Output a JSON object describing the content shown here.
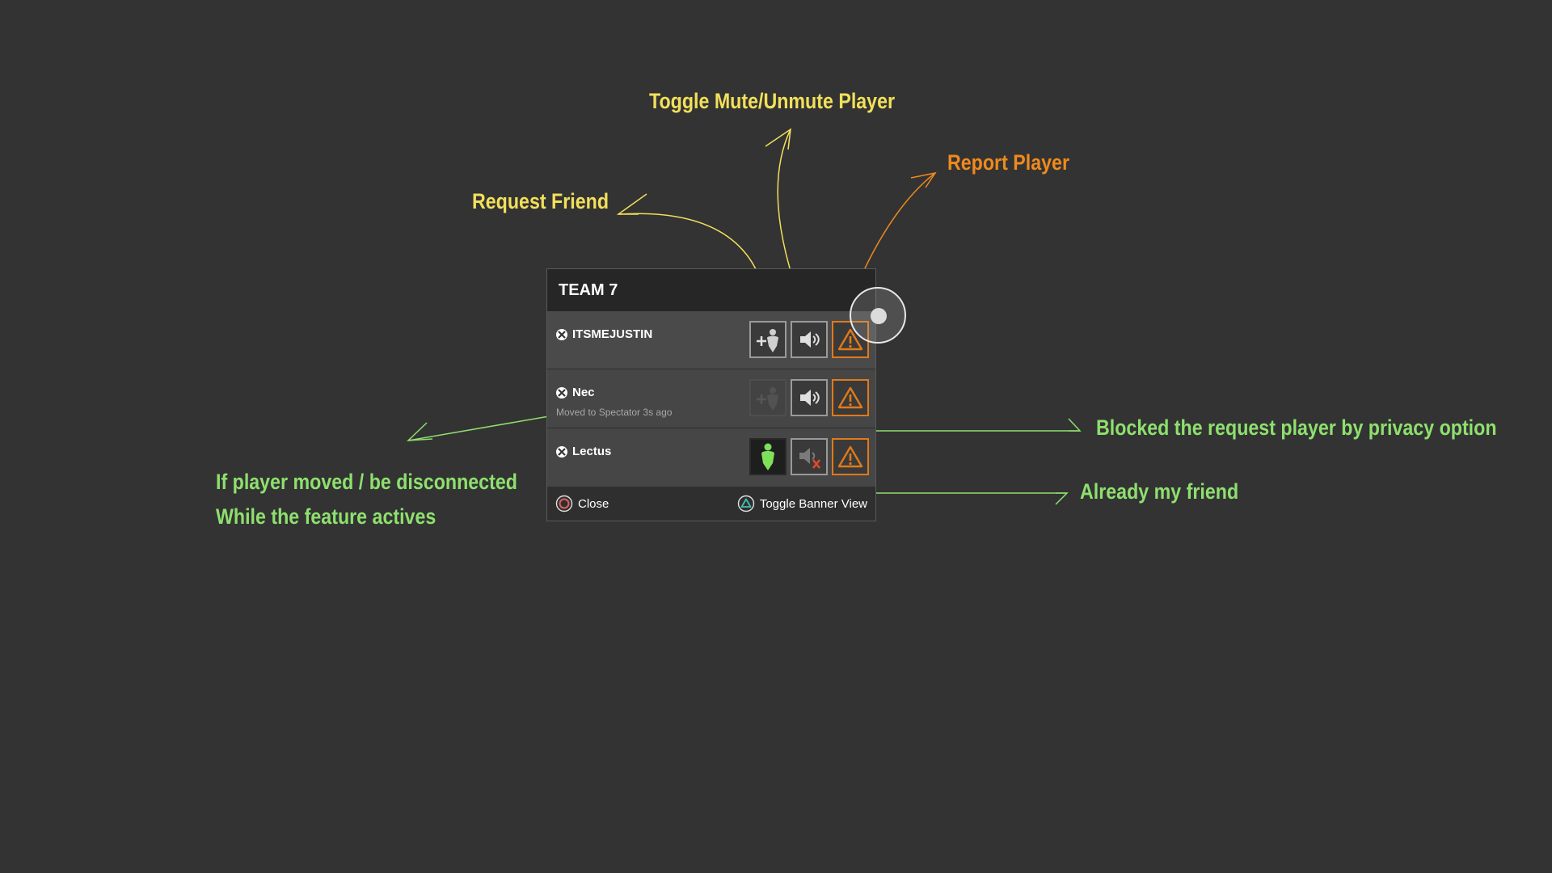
{
  "panel": {
    "title": "TEAM 7",
    "players": [
      {
        "name": "ITSMEJUSTIN",
        "subtext": "",
        "friend_state": "request",
        "audio": "on"
      },
      {
        "name": "Nec",
        "subtext": "Moved to Spectator 3s ago",
        "friend_state": "blocked",
        "audio": "on"
      },
      {
        "name": "Lectus",
        "subtext": "",
        "friend_state": "friend",
        "audio": "muted"
      }
    ],
    "footer": {
      "close_label": "Close",
      "toggle_label": "Toggle Banner View"
    }
  },
  "annotations": {
    "toggle_mute": "Toggle Mute/Unmute Player",
    "report": "Report Player",
    "request_friend": "Request Friend",
    "blocked": "Blocked the request player by privacy option",
    "already_friend": "Already my friend",
    "moved_line1": "If player moved / be disconnected",
    "moved_line2": "While the feature actives"
  },
  "colors": {
    "background": "#333333",
    "annotation_yellow": "#f2e05a",
    "annotation_orange": "#ef8a1e",
    "annotation_green": "#8ee06e",
    "report_orange": "#e07a1a",
    "friend_green": "#7ee05a",
    "mute_x_red": "#e04a2a"
  },
  "icons": {
    "platform": "xbox-icon",
    "request_friend": "add-friend-icon",
    "friend": "friend-person-icon",
    "speaker": "speaker-icon",
    "speaker_muted": "speaker-muted-icon",
    "report": "warning-triangle-icon",
    "close": "circle-button-icon",
    "toggle": "triangle-button-icon"
  }
}
